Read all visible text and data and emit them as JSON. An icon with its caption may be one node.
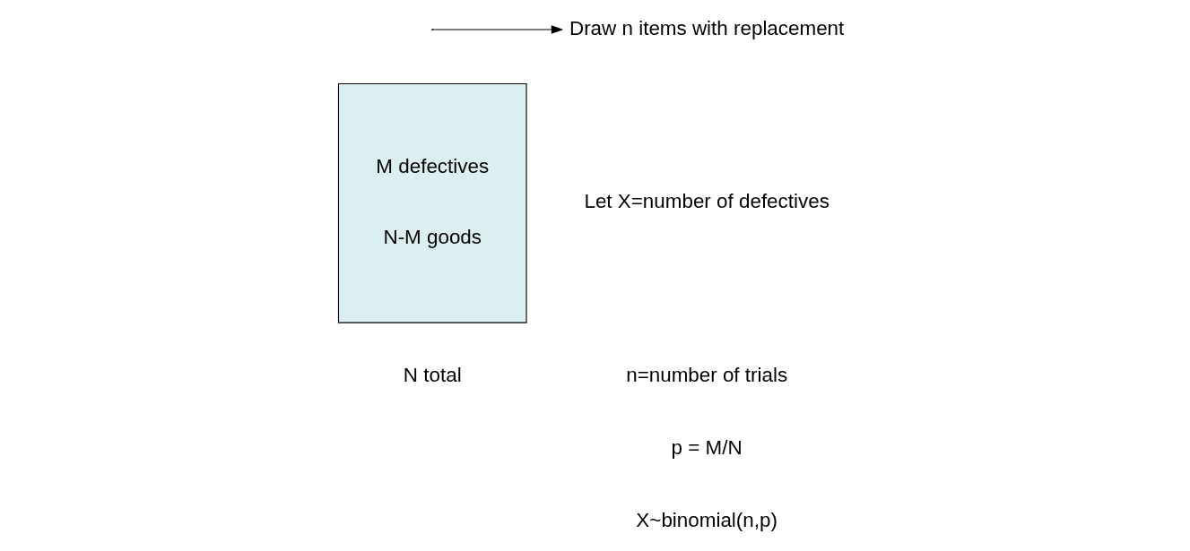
{
  "diagram": {
    "nodes": [
      {
        "text": [
          "M defectives",
          "N-M goods"
        ],
        "beside": [
          "N total"
        ]
      },
      {
        "text": [
          "Draw n items with replacement"
        ]
      }
    ],
    "edges": [
      {
        "from": null,
        "to": 1,
        "arrow": "to"
      }
    ],
    "labels": [
      "Let X=number of defectives",
      "n=number of trials",
      "p = M/N",
      "X~binomial(n,p)"
    ]
  }
}
